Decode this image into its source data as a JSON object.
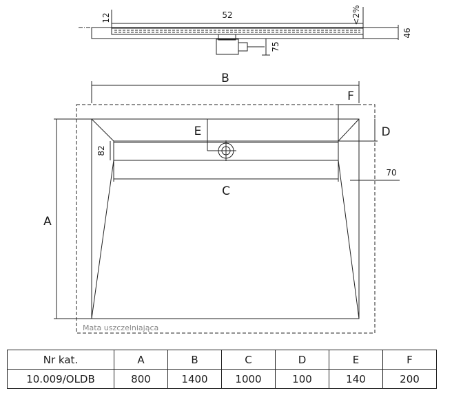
{
  "drawing": {
    "section_dims": {
      "d12": "12",
      "d52": "52",
      "slope": "<2%",
      "d46": "46",
      "d75": "75"
    },
    "plan_labels": {
      "A": "A",
      "B": "B",
      "C": "C",
      "D": "D",
      "E": "E",
      "F": "F",
      "d82": "82",
      "d70": "70"
    },
    "membrane_note": "Mata uszczelniająca"
  },
  "table": {
    "headers": [
      "Nr kat.",
      "A",
      "B",
      "C",
      "D",
      "E",
      "F"
    ],
    "row": [
      "10.009/OLDB",
      "800",
      "1400",
      "1000",
      "100",
      "140",
      "200"
    ]
  }
}
